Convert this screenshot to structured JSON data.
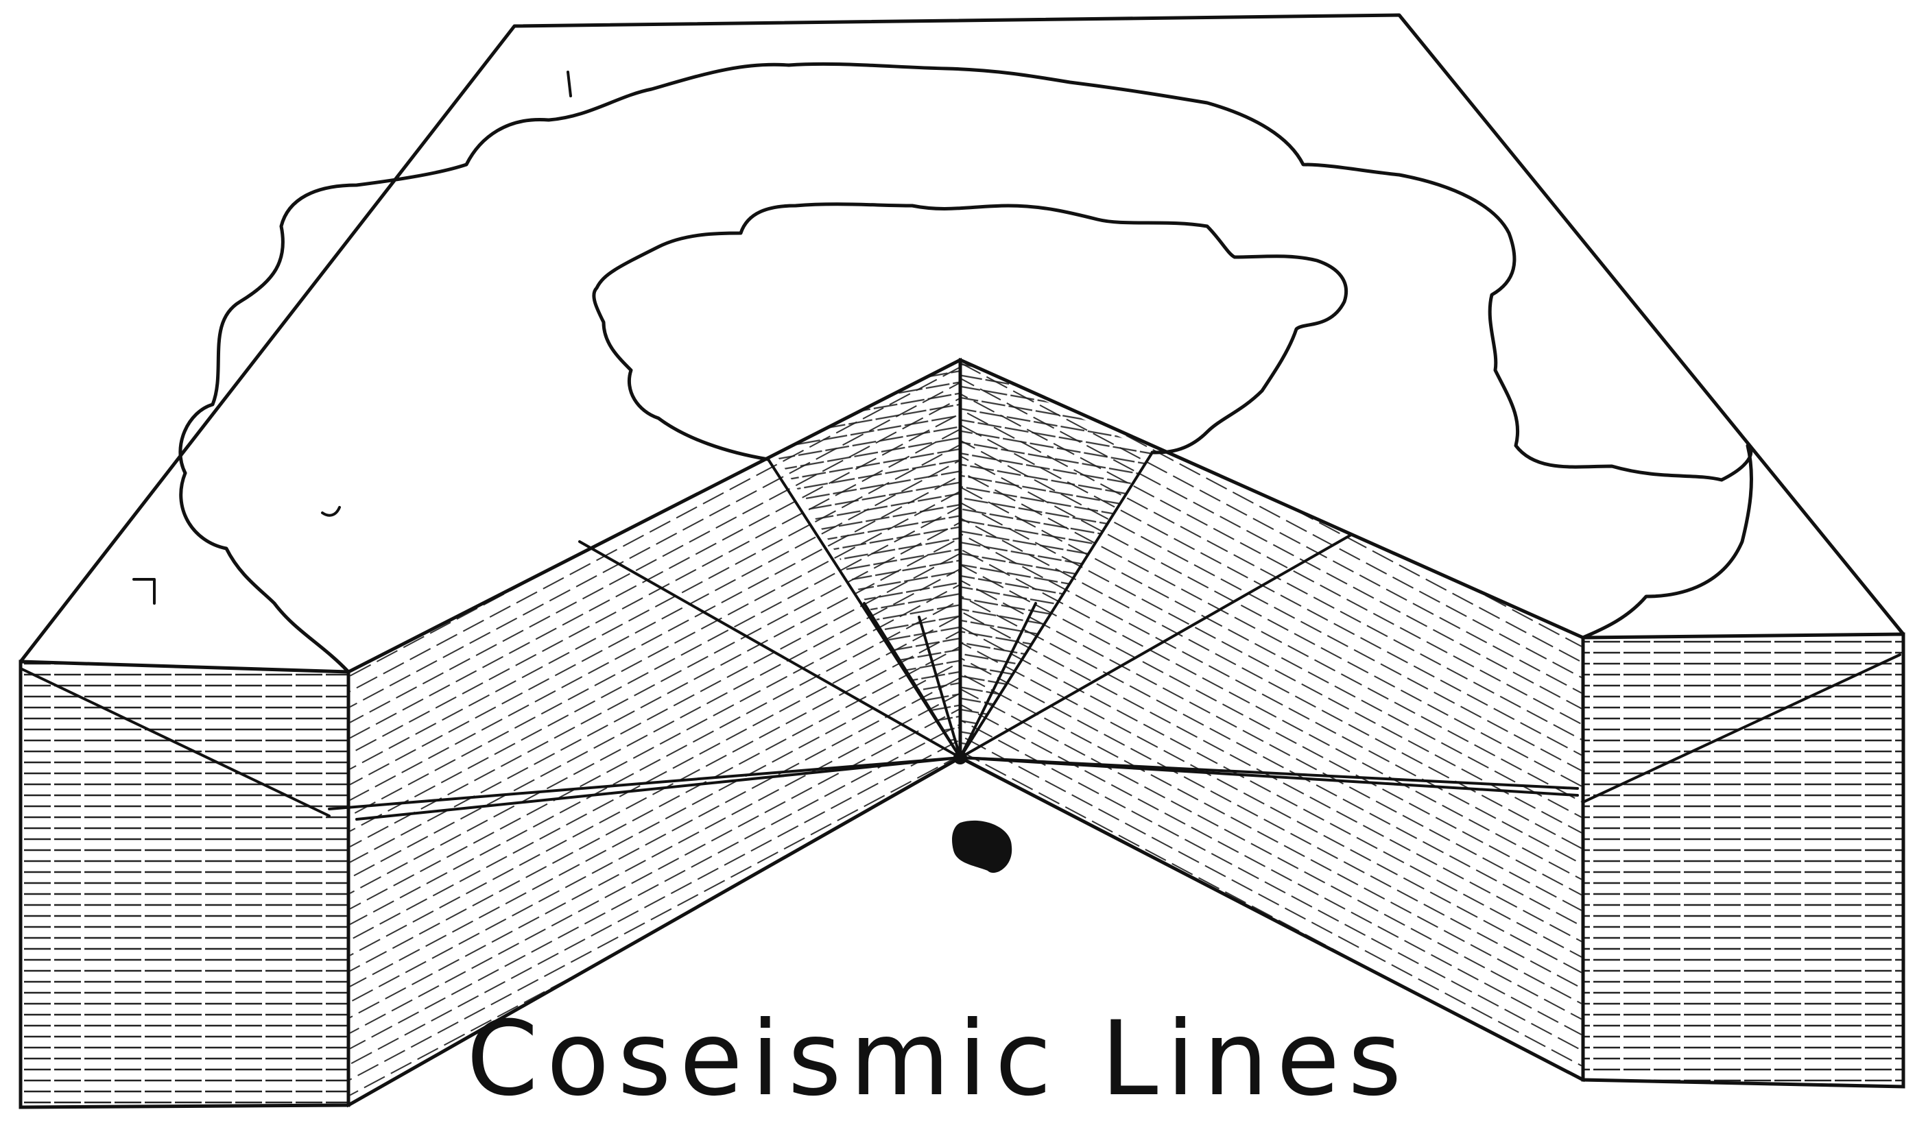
{
  "caption": "Coseismic Lines",
  "colors": {
    "ink": "#111111",
    "background": "#ffffff"
  },
  "elements": {
    "focus": "focus-point",
    "epicenter": "epicenter-point",
    "isoseismal_curves": 2
  }
}
